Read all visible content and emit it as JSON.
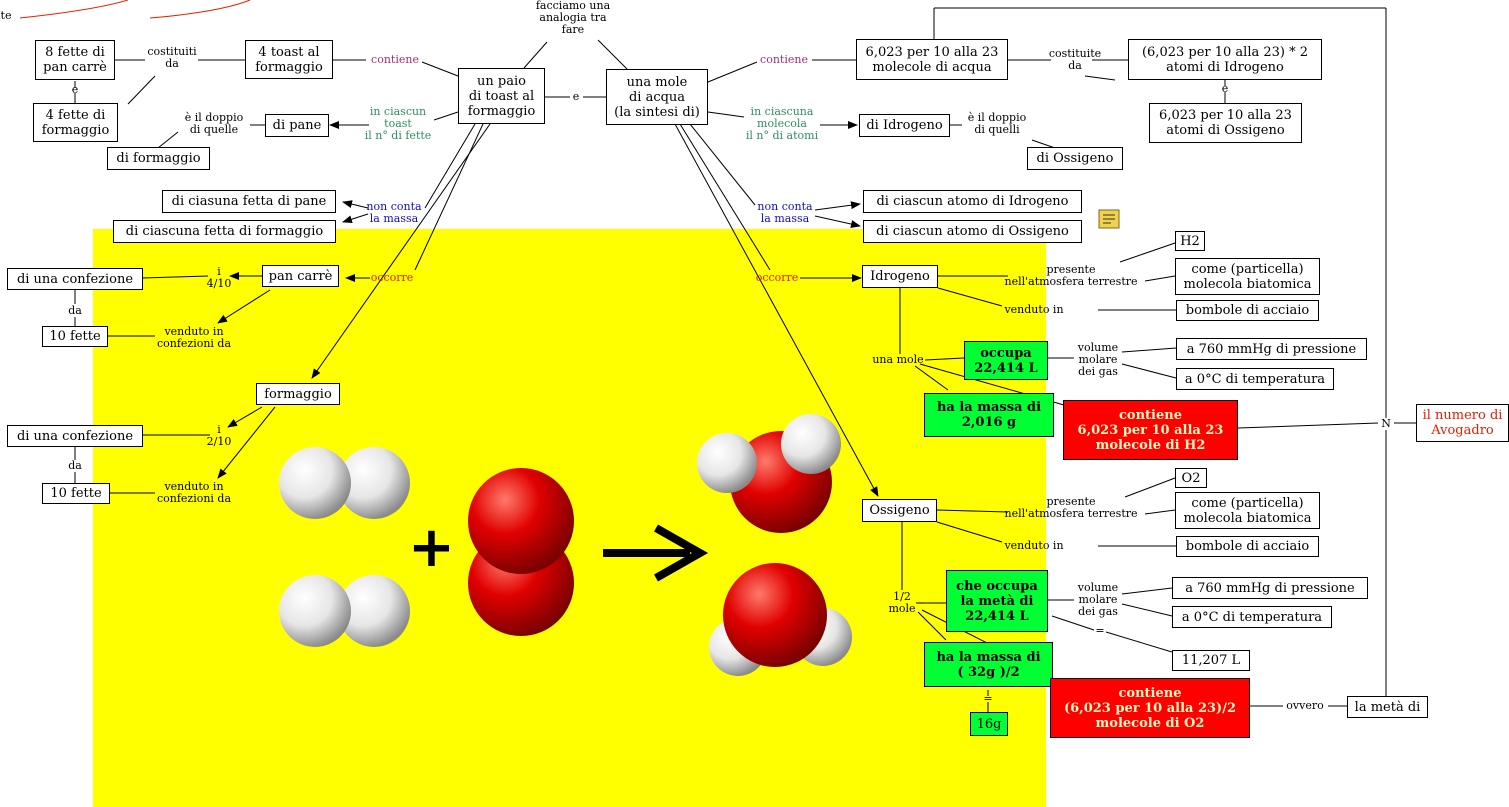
{
  "corner_text": "te",
  "center": {
    "analogy_label": "facciamo una\nanalogia tra\nfare",
    "and_label": "e"
  },
  "toast": {
    "pair": "un paio\ndi toast al\nformaggio",
    "contains_label": "contiene",
    "four_toasts": "4 toast al\nformaggio",
    "made_of_label": "costituiti\nda",
    "eight_slices": "8 fette di\npan carrè",
    "and_label": "e",
    "four_cheese": "4 fette di\nformaggio",
    "per_toast_label": "in ciascun\ntoast\nil n° di fette",
    "bread": "di pane",
    "double_label": "è il doppio\ndi quelle",
    "cheese_slices": "di formaggio",
    "mass_label": "non conta\nla massa",
    "each_bread": "di ciasuna fetta di pane",
    "each_cheese": "di ciascuna fetta di formaggio",
    "needs_label": "occorre",
    "pan_carre": "pan carrè",
    "four_tenths": "i\n4/10",
    "one_pack_a": "di una confezione",
    "from_a": "da",
    "ten_slices_a": "10 fette",
    "sold_a": "venduto in\nconfezioni da",
    "formaggio": "formaggio",
    "two_tenths": "i\n2/10",
    "one_pack_b": "di una confezione",
    "from_b": "da",
    "ten_slices_b": "10 fette",
    "sold_b": "venduto in\nconfezioni da"
  },
  "water": {
    "mole": "una mole\ndi acqua\n(la sintesi di)",
    "contains_label": "contiene",
    "molecules": "6,023 per 10 alla 23\nmolecole di acqua",
    "made_of_label": "costituite\nda",
    "h_atoms": "(6,023 per 10 alla 23) * 2\natomi di Idrogeno",
    "and_label": "e",
    "o_atoms": "6,023 per 10 alla 23\natomi di Ossigeno",
    "per_molecule_label": "in ciascuna\nmolecola\nil n° di atomi",
    "hydrogen_of": "di Idrogeno",
    "double_label": "è il doppio\ndi quelli",
    "oxygen_of": "di Ossigeno",
    "mass_label": "non conta\nla massa",
    "each_h": "di ciascun atomo di Idrogeno",
    "each_o": "di ciascun atomo di Ossigeno",
    "needs_label": "occorre",
    "idrogeno": "Idrogeno",
    "h_present_label": "presente\nnell'atmosfera terrestre",
    "h2": "H2",
    "h_particle": "come (particella)\nmolecola biatomica",
    "h_sold_label": "venduto in",
    "h_cylinders": "bombole di acciaio",
    "h_mole_label": "una mole",
    "h_occupies": "occupa\n22,414 L",
    "h_volume_label": "volume\nmolare\ndei gas",
    "h_pressure": "a 760 mmHg di pressione",
    "h_temperature": "a 0°C di temperatura",
    "h_mass": "ha la massa di\n2,016 g",
    "h_contains": "contiene\n6,023 per 10 alla 23\nmolecole di H2",
    "ossigeno": "Ossigeno",
    "o_present_label": "presente\nnell'atmosfera terrestre",
    "o2": "O2",
    "o_particle": "come (particella)\nmolecola biatomica",
    "o_sold_label": "venduto in",
    "o_cylinders": "bombole di acciaio",
    "o_half_label": "1/2\nmole",
    "o_occupies": "che occupa\nla metà di\n22,414 L",
    "o_volume_label": "volume\nmolare\ndei gas",
    "o_pressure": "a 760 mmHg di pressione",
    "o_temperature": "a 0°C di temperatura",
    "o_equals_label": "=",
    "o_volume_value": "11,207 L",
    "o_mass": "ha la massa di\n( 32g )/2",
    "o_mass_equals": "=",
    "o_mass_value": "16g",
    "o_contains": "contiene\n(6,023 per 10 alla 23)/2\nmolecole di O2",
    "or_label": "ovvero",
    "half_of": "la metà di",
    "n_label": "N",
    "avogadro": "il numero di\nAvogadro"
  },
  "colors": {
    "highlight": "#ffff00",
    "green_node": "#00ff33",
    "red_node": "#ff0000",
    "hydrogen_atom": "#f2f2f2",
    "oxygen_atom": "#e00000"
  },
  "icons": [
    "note-icon",
    "plus-sign",
    "reaction-arrow"
  ]
}
